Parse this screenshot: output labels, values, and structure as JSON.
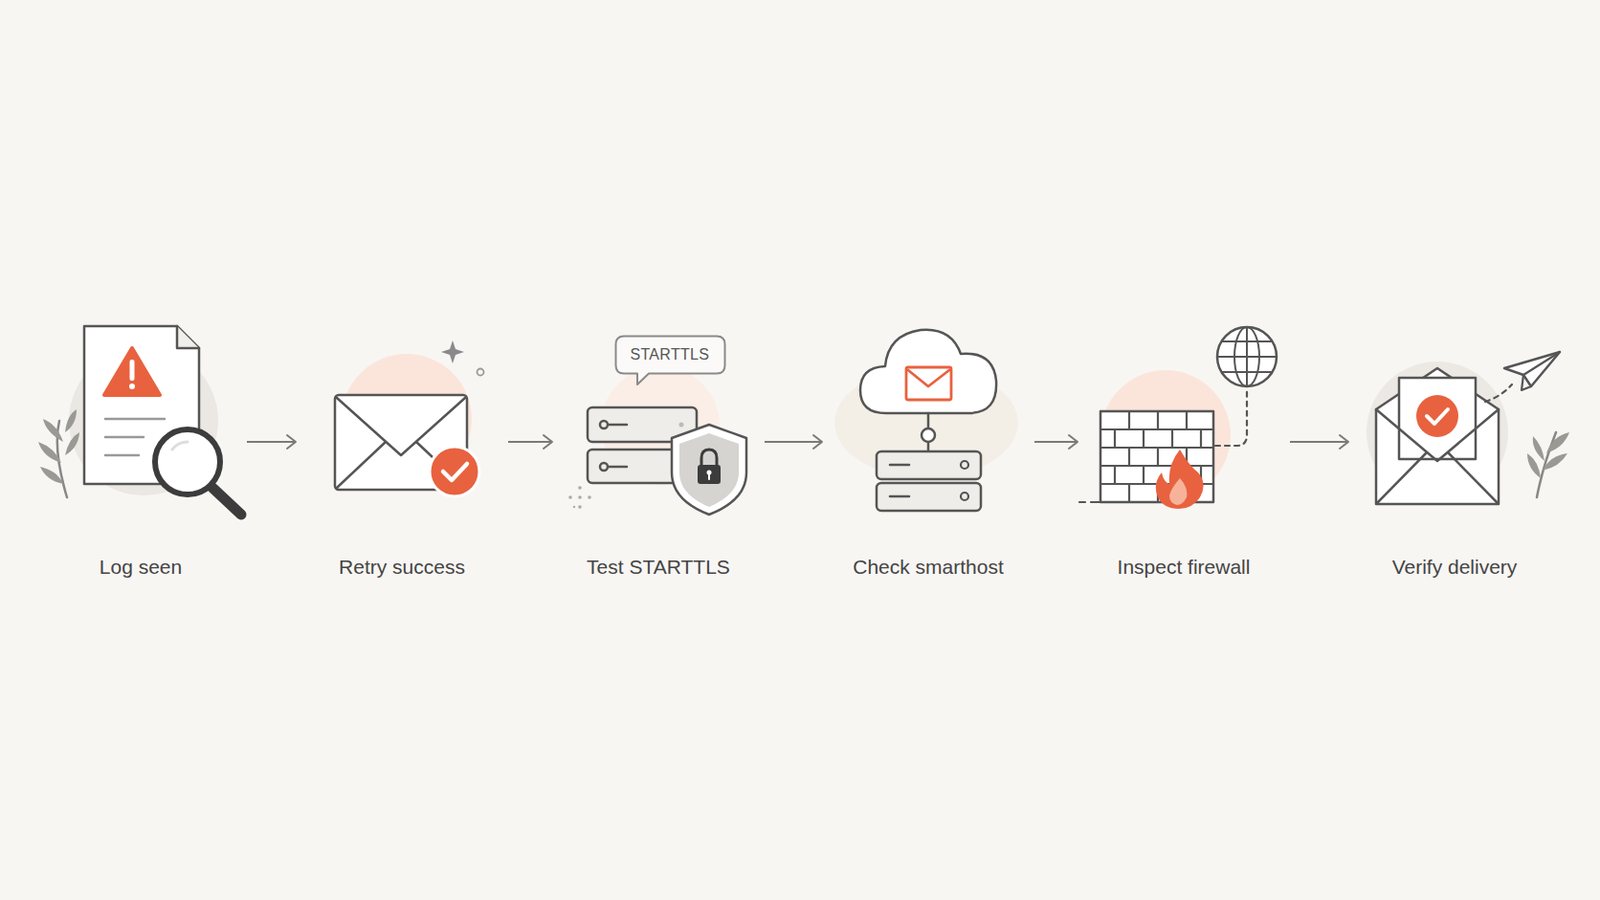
{
  "diagram": {
    "nodes": [
      {
        "text": [
          "Log seen"
        ]
      },
      {
        "text": [
          "Retry success"
        ]
      },
      {
        "text": [
          "STARTTLS"
        ]
      },
      {
        "text": [
          "Test STARTTLS"
        ]
      },
      {
        "text": [
          "Check smarthost"
        ]
      },
      {
        "text": [
          "Inspect firewall"
        ]
      },
      {
        "text": [
          "Verify delivery"
        ]
      }
    ],
    "edges": [
      {
        "from": 0,
        "to": 1,
        "arrow": "to"
      },
      {
        "from": 1,
        "to": 3,
        "arrow": "to"
      },
      {
        "from": 3,
        "to": 4,
        "arrow": "to"
      },
      {
        "from": 4,
        "to": 5,
        "arrow": "to"
      },
      {
        "from": 5,
        "to": 6,
        "arrow": "to"
      }
    ]
  }
}
